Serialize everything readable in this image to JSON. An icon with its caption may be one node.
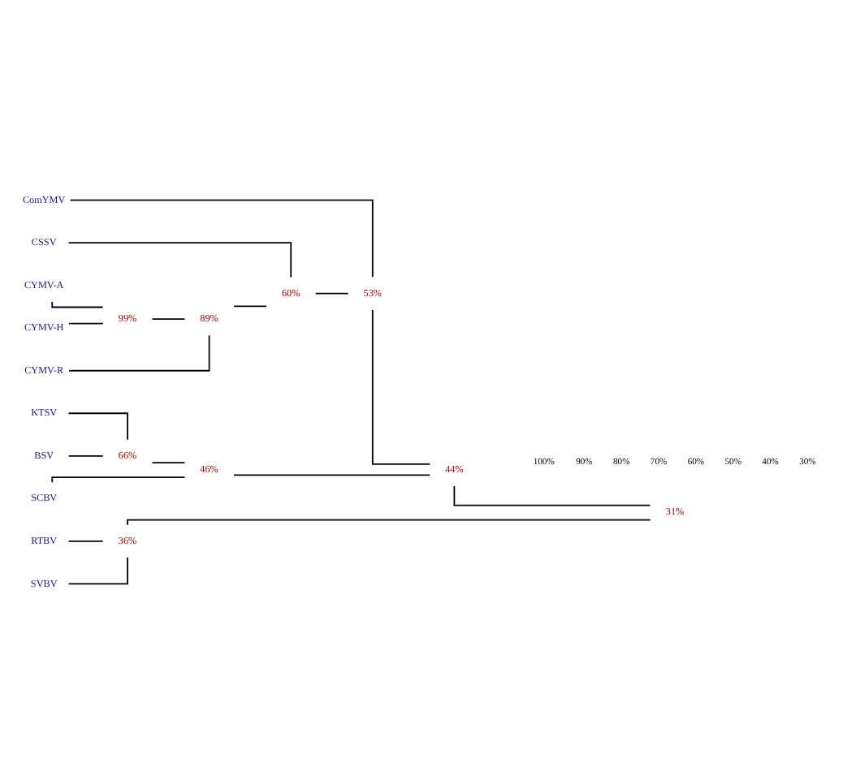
{
  "diagram": {
    "nodes": [
      {
        "text": [
          "ComYMV"
        ]
      },
      {
        "text": [
          "CSSV"
        ]
      },
      {
        "text": [
          "CYMV-A"
        ]
      },
      {
        "text": [
          "CYMV-H"
        ]
      },
      {
        "text": [
          "CYMV-R"
        ]
      },
      {
        "text": [
          "KTSV"
        ]
      },
      {
        "text": [
          "BSV"
        ]
      },
      {
        "text": [
          "SCBV"
        ]
      },
      {
        "text": [
          "RTBV"
        ]
      },
      {
        "text": [
          "SVBV"
        ]
      },
      {
        "text": [
          "53%"
        ]
      },
      {
        "text": [
          "60%"
        ]
      },
      {
        "text": [
          "99%"
        ]
      },
      {
        "text": [
          "89%"
        ]
      },
      {
        "text": [
          "44%"
        ]
      },
      {
        "text": [
          "66%"
        ]
      },
      {
        "text": [
          "46%"
        ]
      },
      {
        "text": [
          "31%"
        ]
      },
      {
        "text": [
          "36%"
        ]
      }
    ],
    "edges": [
      {
        "from": 10,
        "to": 0,
        "arrow": "none"
      },
      {
        "from": 10,
        "to": 11,
        "arrow": "none"
      },
      {
        "from": 11,
        "to": 1,
        "arrow": "none"
      },
      {
        "from": 11,
        "to": 13,
        "arrow": "none"
      },
      {
        "from": 13,
        "to": 12,
        "arrow": "none"
      },
      {
        "from": 13,
        "to": 4,
        "arrow": "none"
      },
      {
        "from": 12,
        "to": 2,
        "arrow": "none"
      },
      {
        "from": 12,
        "to": 3,
        "arrow": "none"
      },
      {
        "from": 14,
        "to": 10,
        "arrow": "none"
      },
      {
        "from": 14,
        "to": 16,
        "arrow": "none"
      },
      {
        "from": 16,
        "to": 15,
        "arrow": "none"
      },
      {
        "from": 16,
        "to": 7,
        "arrow": "none"
      },
      {
        "from": 15,
        "to": 5,
        "arrow": "none"
      },
      {
        "from": 15,
        "to": 6,
        "arrow": "none"
      },
      {
        "from": 17,
        "to": 14,
        "arrow": "none"
      },
      {
        "from": 17,
        "to": 18,
        "arrow": "none"
      },
      {
        "from": 18,
        "to": 8,
        "arrow": "none"
      },
      {
        "from": 18,
        "to": 9,
        "arrow": "none"
      }
    ],
    "labels": [
      "100%",
      "90%",
      "80%",
      "70%",
      "60%",
      "50%",
      "40%",
      "30%"
    ]
  }
}
